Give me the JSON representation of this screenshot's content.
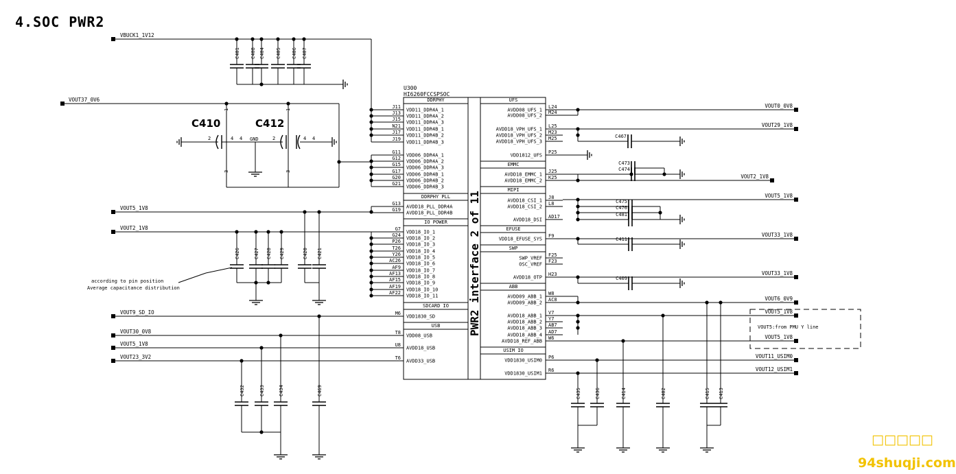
{
  "title": "4.SOC PWR2",
  "ic": {
    "ref": "U300",
    "part": "HI6260FCCSPSOC",
    "body_text": "PWR2 interface 2 of 11",
    "left_groups": [
      {
        "name": "DDRPHY",
        "pins": [
          {
            "num": "J11",
            "name": "VDD11_DDR4A_1"
          },
          {
            "num": "J13",
            "name": "VDD11_DDR4A_2"
          },
          {
            "num": "J15",
            "name": "VDD11_DDR4A_3"
          },
          {
            "num": "N21",
            "name": "VDD11_DDR4B_1"
          },
          {
            "num": "J17",
            "name": "VDD11_DDR4B_2"
          },
          {
            "num": "J19",
            "name": "VDD11_DDR4B_3"
          },
          {
            "num": "G11",
            "name": "VDD06_DDR4A_1"
          },
          {
            "num": "G12",
            "name": "VDD06_DDR4A_2"
          },
          {
            "num": "G15",
            "name": "VDD06_DDR4A_3"
          },
          {
            "num": "G17",
            "name": "VDD06_DDR4B_1"
          },
          {
            "num": "G20",
            "name": "VDD06_DDR4B_2"
          },
          {
            "num": "G21",
            "name": "VDD06_DDR4B_3"
          }
        ]
      },
      {
        "name": "DDRPHY PLL",
        "pins": [
          {
            "num": "G13",
            "name": "AVDD18_PLL_DDR4A"
          },
          {
            "num": "G19",
            "name": "AVDD18_PLL_DDR4B"
          }
        ]
      },
      {
        "name": "IO POWER",
        "pins": [
          {
            "num": "G7",
            "name": "VDD18_IO_1"
          },
          {
            "num": "G24",
            "name": "VDD18_IO_2"
          },
          {
            "num": "P26",
            "name": "VDD18_IO_3"
          },
          {
            "num": "T26",
            "name": "VDD18_IO_4"
          },
          {
            "num": "Y26",
            "name": "VDD18_IO_5"
          },
          {
            "num": "AC26",
            "name": "VDD18_IO_6"
          },
          {
            "num": "AF9",
            "name": "VDD18_IO_7"
          },
          {
            "num": "AF13",
            "name": "VDD18_IO_8"
          },
          {
            "num": "AF15",
            "name": "VDD18_IO_9"
          },
          {
            "num": "AF19",
            "name": "VDD18_IO_10"
          },
          {
            "num": "AF22",
            "name": "VDD18_IO_11"
          }
        ]
      },
      {
        "name": "SDCARD IO",
        "pins": [
          {
            "num": "M6",
            "name": "VDD1830_SD"
          }
        ]
      },
      {
        "name": "USB",
        "pins": [
          {
            "num": "T8",
            "name": "VDD08_USB"
          },
          {
            "num": "U8",
            "name": "AVDD18_USB"
          },
          {
            "num": "T6",
            "name": "AVDD33_USB"
          }
        ]
      }
    ],
    "right_groups": [
      {
        "name": "UFS",
        "pins": [
          {
            "num": "L24",
            "name": "AVDD08_UFS_1"
          },
          {
            "num": "M24",
            "name": "AVDD08_UFS_2"
          },
          {
            "num": "L25",
            "name": "AVDD18_VPH_UFS_1"
          },
          {
            "num": "M23",
            "name": "AVDD18_VPH_UFS_2"
          },
          {
            "num": "M25",
            "name": "AVDD18_VPH_UFS_3"
          },
          {
            "num": "P25",
            "name": "VDD1812_UFS"
          }
        ]
      },
      {
        "name": "EMMC",
        "pins": [
          {
            "num": "J25",
            "name": "AVDD18_EMMC_1"
          },
          {
            "num": "K25",
            "name": "AVDD18_EMMC_2"
          }
        ]
      },
      {
        "name": "MIPI",
        "pins": [
          {
            "num": "J8",
            "name": "AVDD18_CSI_1"
          },
          {
            "num": "L8",
            "name": "AVDD18_CSI_2"
          },
          {
            "num": "AD17",
            "name": "AVDD18_DSI"
          }
        ]
      },
      {
        "name": "EFUSE",
        "pins": [
          {
            "num": "F9",
            "name": "VDD18_EFUSE_SYS"
          }
        ]
      },
      {
        "name": "SWP",
        "pins": [
          {
            "num": "F25",
            "name": "SWP_VREF"
          },
          {
            "num": "F23",
            "name": "OSC_VREF"
          },
          {
            "num": "H23",
            "name": "AVDD18_OTP"
          }
        ]
      },
      {
        "name": "ABB",
        "pins": [
          {
            "num": "W8",
            "name": "AVDD09_ABB_1"
          },
          {
            "num": "AC8",
            "name": "AVDD09_ABB_2"
          },
          {
            "num": "V7",
            "name": "AVDD18_ABB_1"
          },
          {
            "num": "Y7",
            "name": "AVDD18_ABB_2"
          },
          {
            "num": "AB7",
            "name": "AVDD18_ABB_3"
          },
          {
            "num": "AD7",
            "name": "AVDD18_ABB_4"
          },
          {
            "num": "W6",
            "name": "AVDD18_REF_ABB"
          }
        ]
      },
      {
        "name": "USIM IO",
        "pins": [
          {
            "num": "P6",
            "name": "VDD1830_USIM0"
          },
          {
            "num": "R6",
            "name": "VDD1830_USIM1"
          }
        ]
      }
    ]
  },
  "nets": {
    "left": [
      "VBUCK1_1V12",
      "VOUT37_0V6",
      "VOUT5_1V8",
      "VOUT2_1V8",
      "VOUT9_SD_IO",
      "VOUT30_0V8",
      "VOUT5_1V8",
      "VOUT23_3V2"
    ],
    "right": [
      "VOUT0_0V8",
      "VOUT29_1V8",
      "VOUT2_1V8",
      "VOUT5_1V8",
      "VOUT33_1V8",
      "VOUT33_1V8",
      "VOUT6_0V9",
      "VOUT5_1V8",
      "VOUT5_1V8",
      "VOUT11_USIM0",
      "VOUT12_USIM1"
    ]
  },
  "caps": {
    "top": [
      "C401",
      "C408",
      "C404",
      "C405",
      "C406",
      "C407"
    ],
    "big": [
      "C410",
      "C412"
    ],
    "io": [
      "C426",
      "C427",
      "C428",
      "C429",
      "C420",
      "C421"
    ],
    "bottom_left": [
      "C432",
      "C433",
      "C434",
      "C469"
    ],
    "right": [
      "C467",
      "C473",
      "C474",
      "C475",
      "C476",
      "C481",
      "C411",
      "C409"
    ],
    "bottom_right": [
      "C435",
      "C436",
      "C414",
      "C402",
      "C415",
      "C413"
    ]
  },
  "labels": {
    "gnd": "GND",
    "pin_2": "2",
    "pin_4": "4",
    "pin_1": "1",
    "pin_3": "3",
    "note1": "according to pin position",
    "note2": "Average capacitance distribution",
    "vout5_note": "VOUT5:from PMU Y line"
  },
  "watermark": {
    "line1": "□□□□□",
    "line2": "94shuqji.com"
  }
}
